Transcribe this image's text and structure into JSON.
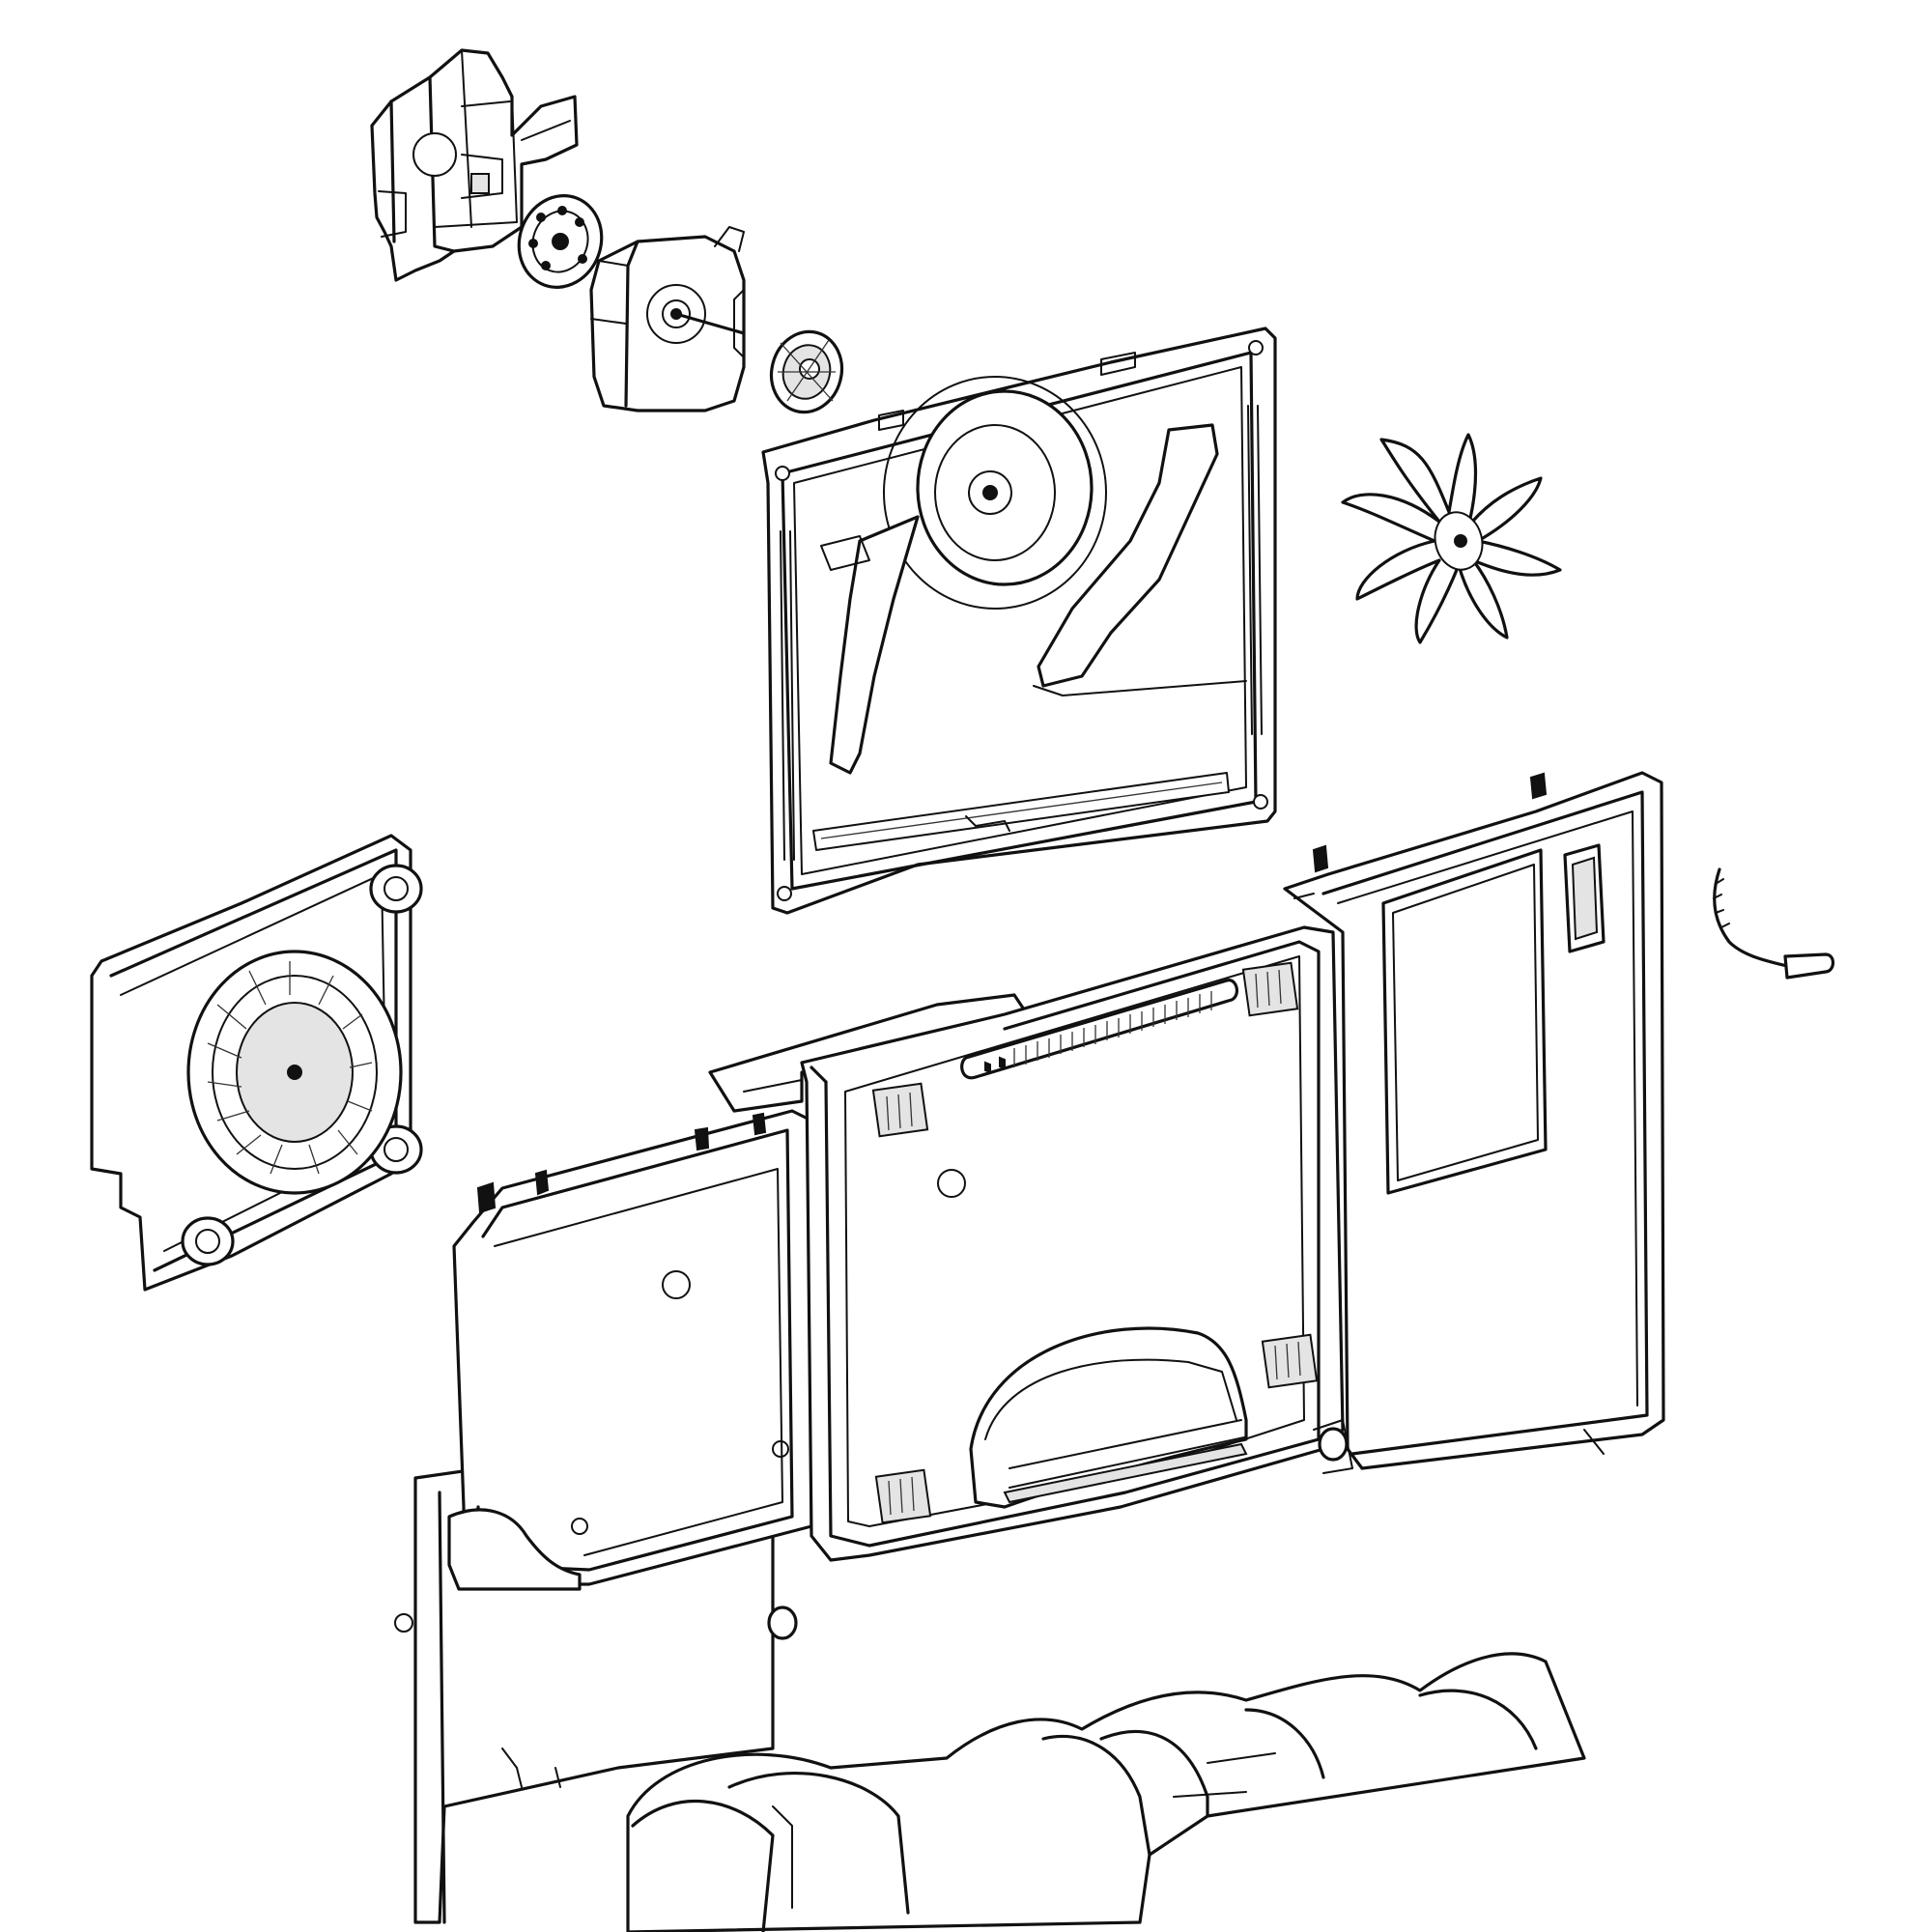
{
  "diagram": {
    "parts": [
      "motor-bracket",
      "encoder-disc",
      "fan-motor",
      "drive-gear",
      "fan-shroud-frame",
      "fan-blade",
      "blower-assembly",
      "evaporator-cover-panel",
      "thermistor"
    ],
    "colors": {
      "line": "#111111",
      "background": "#ffffff",
      "shade": "#e4e4e4"
    }
  }
}
